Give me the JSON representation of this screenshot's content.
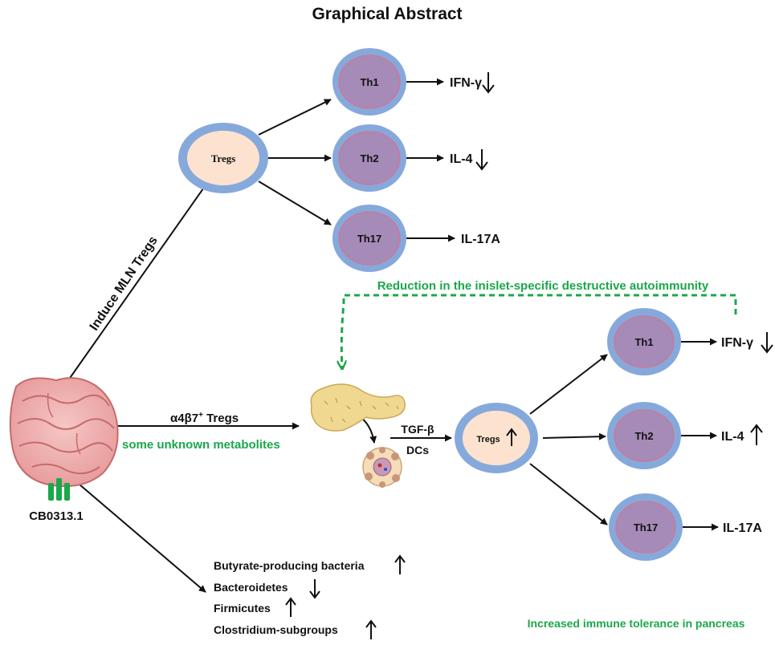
{
  "title": "Graphical Abstract",
  "colors": {
    "arrow": "#111111",
    "green": "#1aa84a",
    "cell_outer": "#86a9dc",
    "treg_inner": "#fde3cf",
    "th_inner": "#a68ab8"
  },
  "top_branch": {
    "induce_label": "Induce MLN Tregs",
    "tregs_label": "Tregs",
    "cells": [
      {
        "label": "Th1",
        "output": "IFN-γ",
        "trend": "down"
      },
      {
        "label": "Th2",
        "output": "IL-4",
        "trend": "down"
      },
      {
        "label": "Th17",
        "output": "IL-17A",
        "trend": ""
      }
    ]
  },
  "feedback": {
    "text": "Reduction in the inislet-specific destructive autoimmunity"
  },
  "gut": {
    "strain_label": "CB0313.1",
    "a4b7_label": "α4β7",
    "a4b7_sup": "+",
    "a4b7_suffix": " Tregs",
    "metabolites": "some unknown metabolites"
  },
  "pancreas": {
    "signal_1": "TGF-β",
    "signal_2": "DCs",
    "tregs_label": "Tregs",
    "tregs_trend": "up",
    "cells": [
      {
        "label": "Th1",
        "output": "IFN-γ",
        "trend": "down"
      },
      {
        "label": "Th2",
        "output": "IL-4",
        "trend": "up"
      },
      {
        "label": "Th17",
        "output": "IL-17A",
        "trend": ""
      }
    ],
    "conclusion": "Increased immune tolerance in pancreas"
  },
  "bacteria": [
    {
      "name": "Butyrate-producing bacteria",
      "trend": "up"
    },
    {
      "name": "Bacteroidetes",
      "trend": "down"
    },
    {
      "name": "Firmicutes",
      "trend": "up"
    },
    {
      "name": "Clostridium-subgroups",
      "trend": "up"
    }
  ]
}
